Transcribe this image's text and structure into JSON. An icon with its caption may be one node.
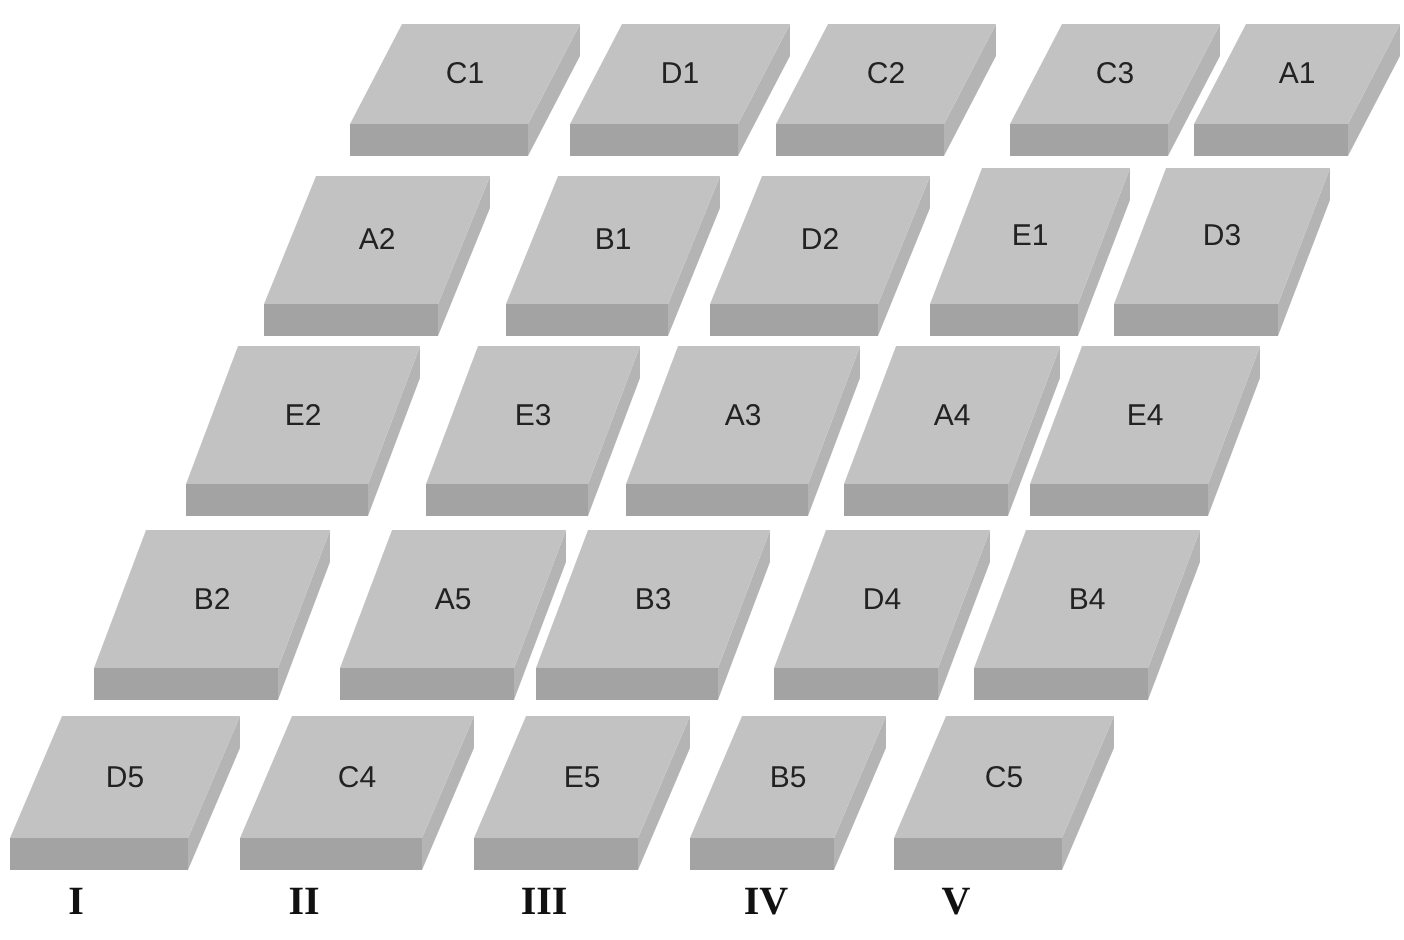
{
  "diagram": {
    "nodes": [
      {
        "text": [
          "C1"
        ]
      },
      {
        "text": [
          "D1"
        ]
      },
      {
        "text": [
          "C2"
        ]
      },
      {
        "text": [
          "C3"
        ]
      },
      {
        "text": [
          "A1"
        ]
      },
      {
        "text": [
          "A2"
        ]
      },
      {
        "text": [
          "B1"
        ]
      },
      {
        "text": [
          "D2"
        ]
      },
      {
        "text": [
          "E1"
        ]
      },
      {
        "text": [
          "D3"
        ]
      },
      {
        "text": [
          "E2"
        ]
      },
      {
        "text": [
          "E3"
        ]
      },
      {
        "text": [
          "A3"
        ]
      },
      {
        "text": [
          "A4"
        ]
      },
      {
        "text": [
          "E4"
        ]
      },
      {
        "text": [
          "B2"
        ]
      },
      {
        "text": [
          "A5"
        ]
      },
      {
        "text": [
          "B3"
        ]
      },
      {
        "text": [
          "D4"
        ]
      },
      {
        "text": [
          "B4"
        ]
      },
      {
        "text": [
          "D5"
        ]
      },
      {
        "text": [
          "C4"
        ]
      },
      {
        "text": [
          "E5"
        ]
      },
      {
        "text": [
          "B5"
        ]
      },
      {
        "text": [
          "C5"
        ]
      }
    ],
    "labels": [
      "I",
      "II",
      "III",
      "IV",
      "V"
    ]
  }
}
